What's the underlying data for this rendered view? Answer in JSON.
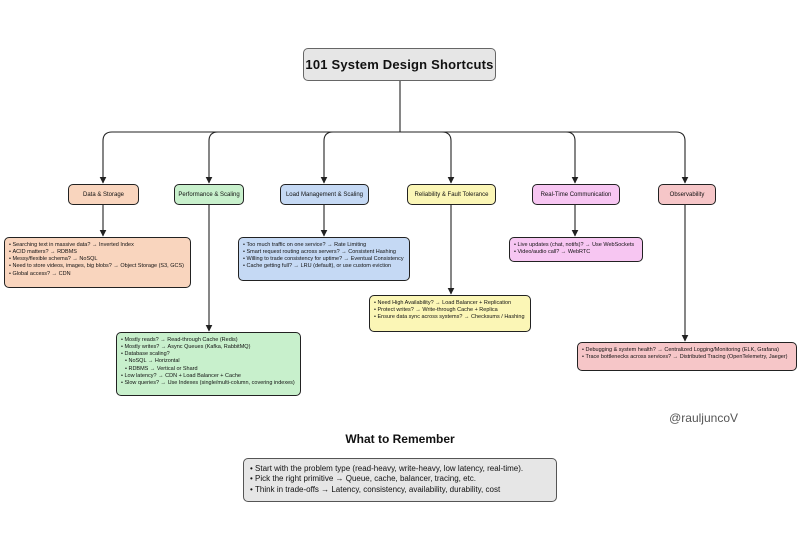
{
  "title": "101 System Design Shortcuts",
  "categories": [
    {
      "label": "Data & Storage",
      "color": "#f9d5be",
      "items": [
        "Searching text in massive data? → Inverted Index",
        "ACID matters? → RDBMS",
        "Messy/flexible schema? → NoSQL",
        "Need to store videos, images, big blobs? → Object Storage (S3, GCS)",
        "Global access? → CDN"
      ]
    },
    {
      "label": "Performance & Scaling",
      "color": "#c8f0cc",
      "items": [
        "Mostly reads? → Read-through Cache (Redis)",
        "Mostly writes? → Async Queues (Kafka, RabbitMQ)",
        "Database scaling?",
        "NoSQL → Horizontal",
        "RDBMS → Vertical or Shard",
        "Low latency? → CDN + Load Balancer + Cache",
        "Slow queries? → Use Indexes (single/multi-column, covering indexes)"
      ]
    },
    {
      "label": "Load Management & Scaling",
      "color": "#c5d9f4",
      "items": [
        "Too much traffic on one service? → Rate Limiting",
        "Smart request routing across servers? → Consistent Hashing",
        "Willing to trade consistency for uptime? → Eventual Consistency",
        "Cache getting full? → LRU (default), or use custom eviction"
      ]
    },
    {
      "label": "Reliability & Fault Tolerance",
      "color": "#fbf6b6",
      "items": [
        "Need High Availability? → Load Balancer + Replication",
        "Protect writes? → Write-through Cache + Replica",
        "Ensure data sync across systems? → Checksums / Hashing"
      ]
    },
    {
      "label": "Real-Time Communication",
      "color": "#f7c6f2",
      "items": [
        "Live updates (chat, notifs)? → Use WebSockets",
        "Video/audio call? → WebRTC"
      ]
    },
    {
      "label": "Observability",
      "color": "#f6c6c8",
      "items": [
        "Debugging & system health? → Centralized Logging/Monitoring (ELK, Grafana)",
        "Trace bottlenecks across services? → Distributed Tracing (OpenTelemetry, Jaeger)"
      ]
    }
  ],
  "handle": "@rauljuncoV",
  "remember": {
    "title": "What to Remember",
    "items": [
      "Start with the problem type (read-heavy, write-heavy, low latency, real-time).",
      "Pick the right primitive → Queue, cache, balancer, tracing, etc.",
      "Think in trade-offs → Latency, consistency, availability, durability, cost"
    ]
  }
}
